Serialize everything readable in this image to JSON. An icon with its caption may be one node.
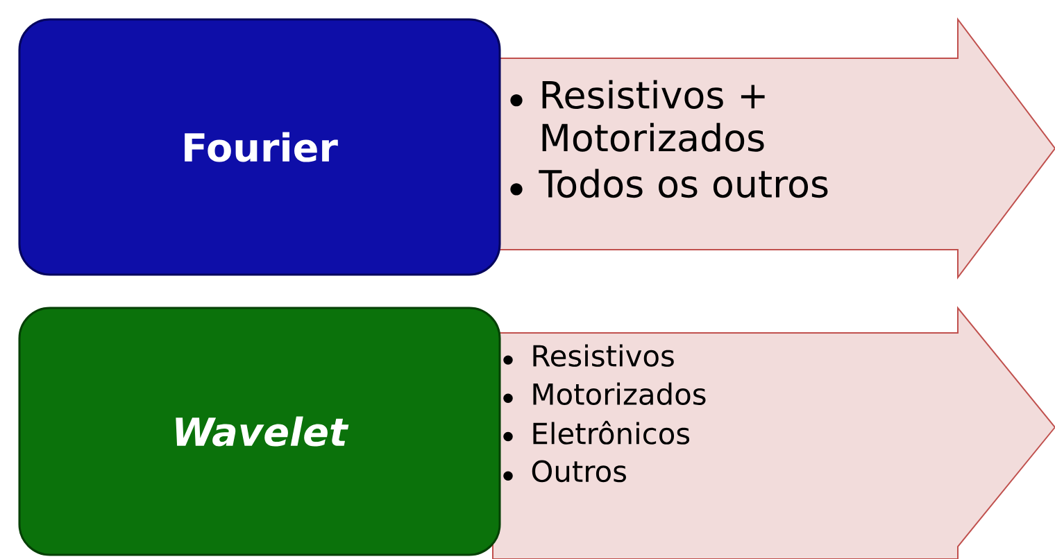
{
  "diagram": {
    "nodes": [
      {
        "text": [
          "Fourier"
        ]
      },
      {
        "text": [
          "Resistivos + Motorizados",
          "Todos os outros"
        ]
      },
      {
        "text": [
          "Wavelet"
        ]
      },
      {
        "text": [
          "Resistivos",
          "Motorizados",
          "Eletrônicos",
          "Outros"
        ]
      }
    ]
  }
}
